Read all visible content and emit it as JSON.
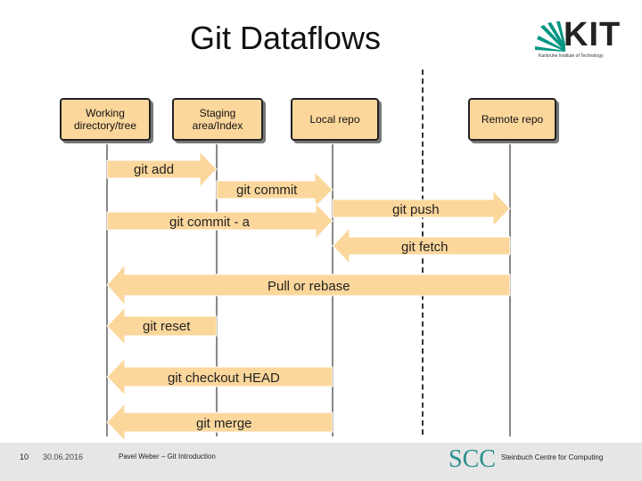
{
  "title": "Git Dataflows",
  "logo": {
    "text": "KIT",
    "subtitle": "Karlsruhe Institute of Technology"
  },
  "nodes": [
    {
      "id": "working",
      "label": "Working directory/tree"
    },
    {
      "id": "staging",
      "label": "Staging area/Index"
    },
    {
      "id": "local",
      "label": "Local repo"
    },
    {
      "id": "remote",
      "label": "Remote repo"
    }
  ],
  "flows": [
    {
      "label": "git add",
      "from": "working",
      "to": "staging"
    },
    {
      "label": "git commit",
      "from": "staging",
      "to": "local"
    },
    {
      "label": "git push",
      "from": "local",
      "to": "remote"
    },
    {
      "label": "git commit - a",
      "from": "working",
      "to": "local"
    },
    {
      "label": "git fetch",
      "from": "remote",
      "to": "local"
    },
    {
      "label": "Pull or rebase",
      "from": "remote",
      "to": "working"
    },
    {
      "label": "git reset",
      "from": "staging",
      "to": "working"
    },
    {
      "label": "git checkout HEAD",
      "from": "local",
      "to": "working"
    },
    {
      "label": "git merge",
      "from": "local",
      "to": "working"
    }
  ],
  "footer": {
    "page_number": "10",
    "date": "30.06.2016",
    "author": "Pavel Weber – Git Introduction",
    "scc_logo": "SCC",
    "centre": "Steinbuch Centre for Computing"
  },
  "colors": {
    "arrow_fill": "#fcd79c",
    "box_fill": "#fcd79c",
    "scc_teal": "#2c8f8f"
  }
}
